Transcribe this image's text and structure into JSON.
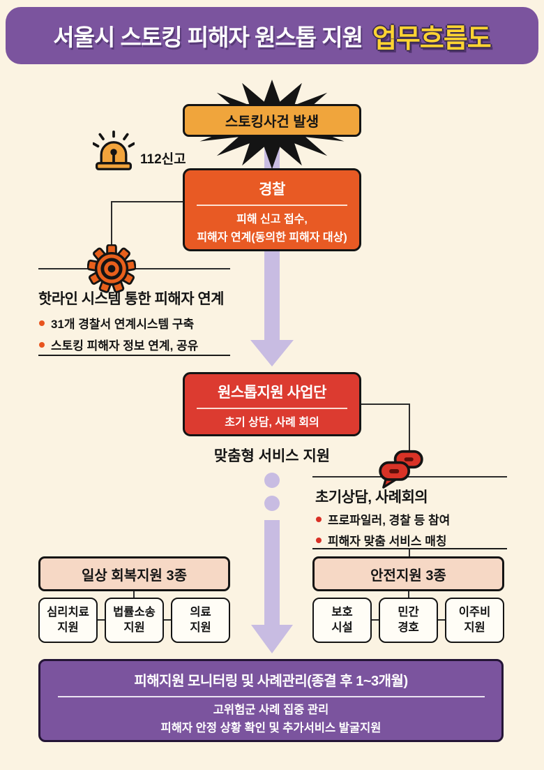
{
  "header": {
    "title": "서울시 스토킹 피해자 원스톱 지원",
    "title_accent": "업무흐름도"
  },
  "flow": {
    "incident": {
      "label": "스토킹사건 발생"
    },
    "report112": {
      "label": "112신고"
    },
    "police": {
      "title": "경찰",
      "body_line1": "피해 신고 접수,",
      "body_line2": "피해자 연계(동의한 피해자 대상)"
    },
    "hotline": {
      "heading": "핫라인 시스템 통한 피해자 연계",
      "bullets": [
        "31개 경찰서 연계시스템 구축",
        "스토킹 피해자 정보 연계, 공유"
      ]
    },
    "onestop": {
      "title": "원스톱지원 사업단",
      "subtitle": "초기 상담, 사례 회의"
    },
    "custom_service_label": "맞춤형 서비스 지원",
    "counsel": {
      "heading": "초기상담, 사례회의",
      "bullets": [
        "프로파일러, 경찰 등 참여",
        "피해자 맞춤 서비스 매칭"
      ]
    },
    "recovery_group": {
      "header": "일상 회복지원 3종",
      "items": [
        {
          "line1": "심리치료",
          "line2": "지원"
        },
        {
          "line1": "법률소송",
          "line2": "지원"
        },
        {
          "line1": "의료",
          "line2": "지원"
        }
      ]
    },
    "safety_group": {
      "header": "안전지원 3종",
      "items": [
        {
          "line1": "보호",
          "line2": "시설"
        },
        {
          "line1": "민간",
          "line2": "경호"
        },
        {
          "line1": "이주비",
          "line2": "지원"
        }
      ]
    },
    "monitoring": {
      "title": "피해지원 모니터링 및 사례관리(종결 후 1~3개월)",
      "body_line1": "고위험군 사례 집중 관리",
      "body_line2": "피해자 안정 상황 확인 및 추가서비스 발굴지원"
    }
  },
  "colors": {
    "background": "#FBF3E2",
    "header_purple": "#7B549E",
    "accent_yellow": "#FFD432",
    "incident_orange": "#F0A53C",
    "police_orange": "#E85A24",
    "onestop_red": "#DC3B30",
    "arrow_lavender": "#C8BCE2",
    "group_header_peach": "#F6D8C5",
    "item_box_cream": "#FFFDF6",
    "monitoring_purple": "#7B549E",
    "bullet_orange": "#E8541E",
    "bullet_red": "#D93025"
  }
}
